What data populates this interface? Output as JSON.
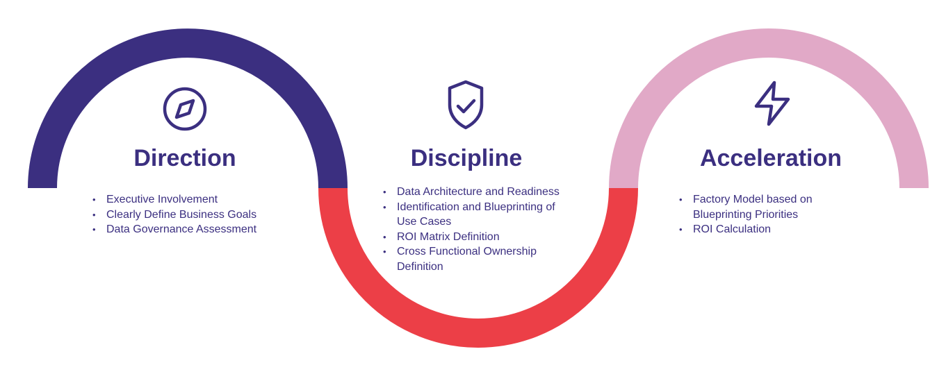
{
  "colors": {
    "direction": "#3b2f80",
    "discipline": "#ec3f47",
    "acceleration": "#e1a9c7",
    "text": "#3b2f80"
  },
  "stages": [
    {
      "id": "direction",
      "title": "Direction",
      "icon": "compass-icon",
      "items": [
        "Executive Involvement",
        "Clearly Define Business Goals",
        "Data Governance Assessment"
      ]
    },
    {
      "id": "discipline",
      "title": "Discipline",
      "icon": "shield-check-icon",
      "items": [
        "Data Architecture and Readiness",
        "Identification and Blueprinting of Use Cases",
        "ROI Matrix Definition",
        "Cross Functional Ownership Definition"
      ]
    },
    {
      "id": "acceleration",
      "title": "Acceleration",
      "icon": "lightning-bolt-icon",
      "items": [
        "Factory Model based on Blueprinting Priorities",
        "ROI Calculation"
      ]
    }
  ]
}
